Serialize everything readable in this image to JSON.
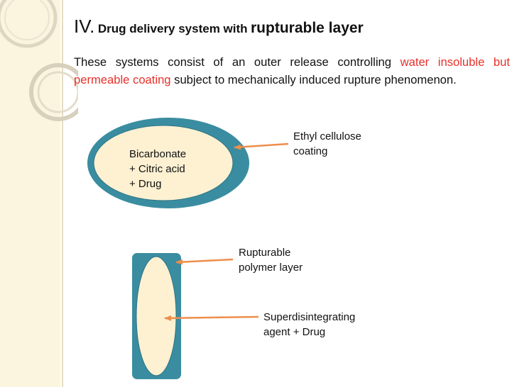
{
  "slide": {
    "title": {
      "numeral": "IV.",
      "text": "Drug delivery system with",
      "emphasis": "rupturable layer"
    },
    "paragraph": {
      "part1": "These systems consist of an outer release controlling",
      "highlight": "water insoluble but permeable coating",
      "part2": "subject to mechanically induced rupture phenomenon."
    },
    "diagram1": {
      "core_lines": [
        "Bicarbonate",
        "+ Citric acid",
        "+ Drug"
      ],
      "coating_label_lines": [
        "Ethyl cellulose",
        "coating"
      ]
    },
    "diagram2": {
      "layer_label_lines": [
        "Rupturable",
        "polymer layer"
      ],
      "agent_label_lines": [
        "Superdisintegrating",
        "agent + Drug"
      ]
    },
    "colors": {
      "shell": "#3a8da0",
      "core": "#fdf1d2",
      "arrow": "#ee8e4b",
      "highlight": "#e8302a",
      "strip": "#fbf4de"
    }
  }
}
